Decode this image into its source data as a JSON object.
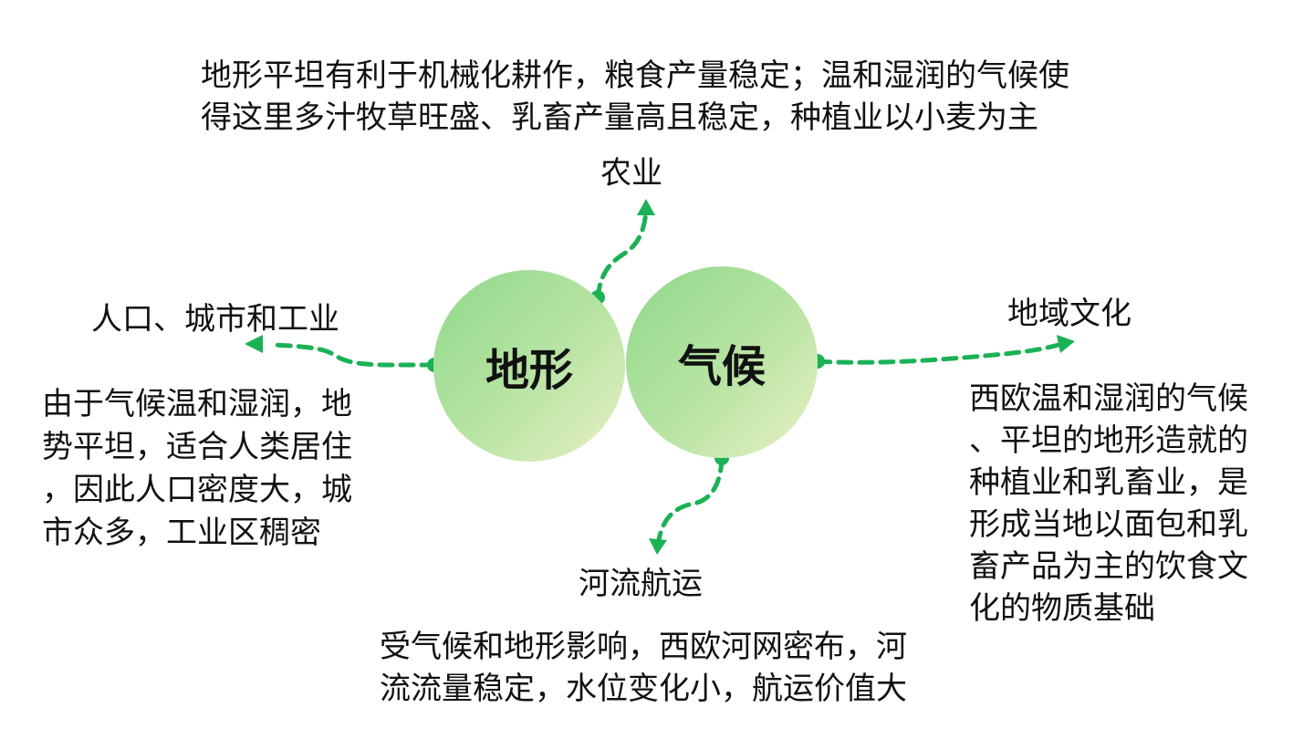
{
  "topics": {
    "agriculture": {
      "label": "农业",
      "description": "地形平坦有利于机械化耕作，粮食产量稳定；温和湿润的气候使\n得这里多汁牧草旺盛、乳畜产量高且稳定，种植业以小麦为主"
    },
    "population": {
      "label": "人口、城市和工业",
      "description": "由于气候温和湿润，地\n势平坦，适合人类居住\n，因此人口密度大，城\n市众多，工业区稠密"
    },
    "culture": {
      "label": "地域文化",
      "description": "西欧温和湿润的气候\n、平坦的地形造就的\n种植业和乳畜业，是\n形成当地以面包和乳\n畜产品为主的饮食文\n化的物质基础"
    },
    "river": {
      "label": "河流航运",
      "description": "受气候和地形影响，西欧河网密布，河\n流流量稳定，水位变化小，航运价值大"
    }
  },
  "factors": {
    "terrain": "地形",
    "climate": "气候"
  },
  "colors": {
    "connector": "#1bb155",
    "circle_gradient_start": "#8fd98a",
    "circle_gradient_end": "#e8f0c4"
  }
}
